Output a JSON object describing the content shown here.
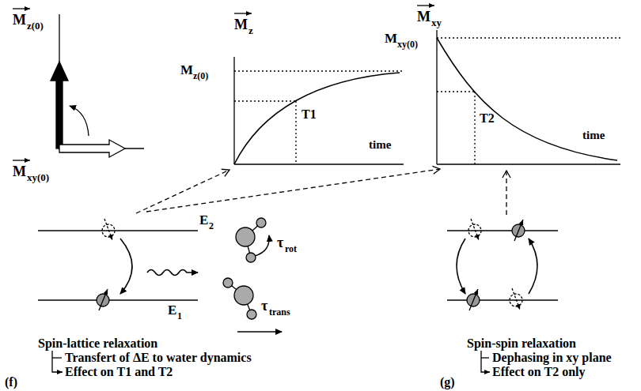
{
  "diagram": {
    "labels": [
      "M",
      "z(0)",
      "M",
      "xy(0)",
      "M",
      "z",
      "M",
      "z(0)",
      "T1",
      "time",
      "M",
      "xy",
      "M",
      "xy(0)",
      "T2",
      "time",
      "E",
      "2",
      "E",
      "1",
      "τ",
      "rot",
      "τ",
      "trans",
      "Spin-lattice relaxation",
      "Transfert of ΔE to water dynamics",
      "Effect on T1 and T2",
      "(f)",
      "Spin-spin relaxation",
      "Dephasing in xy plane",
      "Effect on T2 only",
      "(g)"
    ]
  }
}
